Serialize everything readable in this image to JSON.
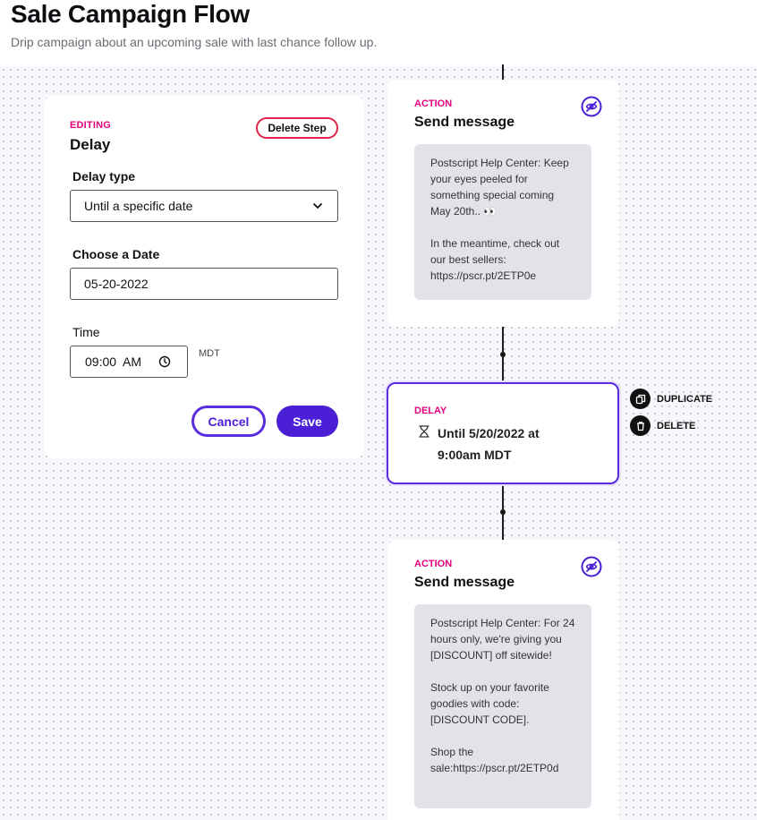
{
  "header": {
    "title": "Sale Campaign Flow",
    "subtitle": "Drip campaign about an upcoming sale with last chance follow up."
  },
  "editor": {
    "editing_label": "EDITING",
    "title": "Delay",
    "delete_step_label": "Delete Step",
    "delay_type_label": "Delay type",
    "delay_type_value": "Until a specific date",
    "date_label": "Choose a Date",
    "date_value": "05-20-2022",
    "time_label": "Time",
    "time_value": "09:00  AM",
    "timezone": "MDT",
    "cancel_label": "Cancel",
    "save_label": "Save"
  },
  "flow": {
    "action1": {
      "kind": "ACTION",
      "title": "Send message",
      "message": "Postscript Help Center: Keep your eyes peeled for something special coming May 20th.. 👀\n\nIn the meantime, check out our best sellers: https://pscr.pt/2ETP0e"
    },
    "delay": {
      "kind": "DELAY",
      "text": "Until 5/20/2022 at 9:00am MDT",
      "duplicate_label": "DUPLICATE",
      "delete_label": "DELETE"
    },
    "action2": {
      "kind": "ACTION",
      "title": "Send message",
      "message": "Postscript Help Center: For 24 hours only, we're giving you [DISCOUNT] off sitewide!\n\nStock up on your favorite goodies with code: [DISCOUNT CODE].\n\nShop the sale:https://pscr.pt/2ETP0d"
    }
  },
  "colors": {
    "accent": "#4a1fd6",
    "label_pink": "#e6007e",
    "danger": "#e02449"
  }
}
